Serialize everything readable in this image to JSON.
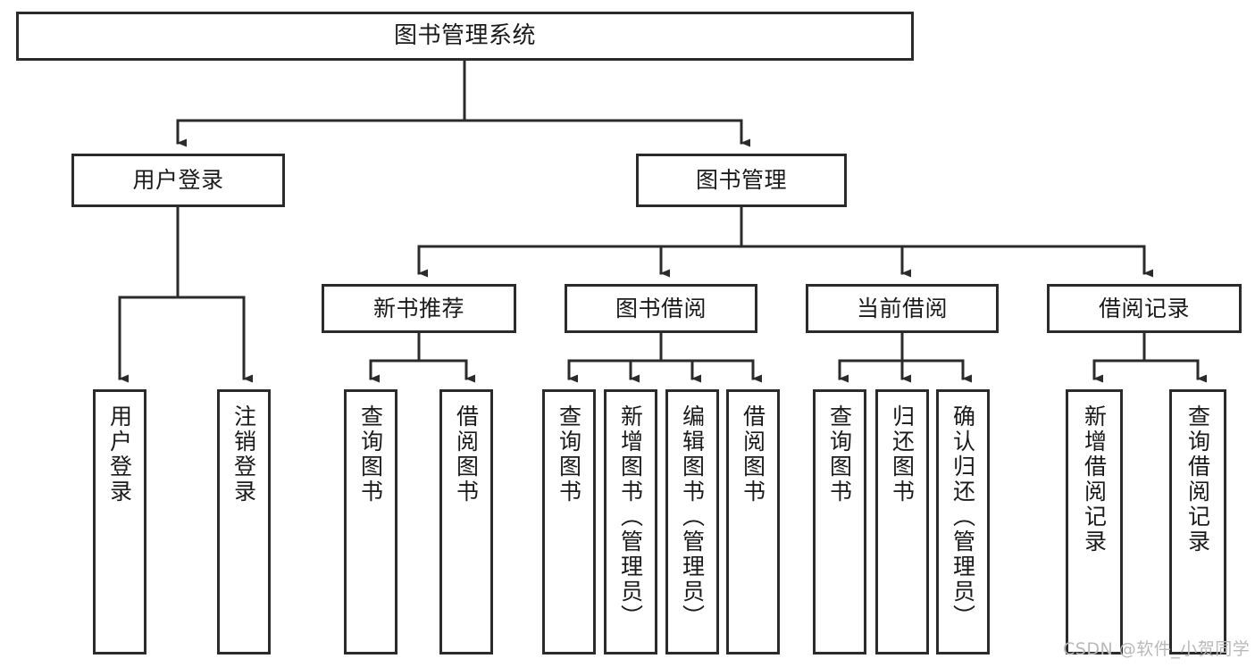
{
  "diagram": {
    "title": "图书管理系统",
    "type": "tree-hierarchy-chart",
    "root": {
      "id": "root",
      "label": "图书管理系统"
    },
    "level2": [
      {
        "id": "user-login",
        "label": "用户登录"
      },
      {
        "id": "book-manage",
        "label": "图书管理"
      }
    ],
    "level3": [
      {
        "id": "new-book-recommend",
        "label": "新书推荐"
      },
      {
        "id": "book-borrow",
        "label": "图书借阅"
      },
      {
        "id": "current-borrow",
        "label": "当前借阅"
      },
      {
        "id": "borrow-record",
        "label": "借阅记录"
      }
    ],
    "leaves": {
      "user_login": [
        {
          "id": "leaf-user-login",
          "label": "用户登录"
        },
        {
          "id": "leaf-logout-login",
          "label": "注销登录"
        }
      ],
      "new_book_recommend": [
        {
          "id": "leaf-query-book-1",
          "label": "查询图书"
        },
        {
          "id": "leaf-borrow-book-1",
          "label": "借阅图书"
        }
      ],
      "book_borrow": [
        {
          "id": "leaf-query-book-2",
          "label": "查询图书"
        },
        {
          "id": "leaf-add-book",
          "label": "新增图书（管理员）"
        },
        {
          "id": "leaf-edit-book",
          "label": "编辑图书（管理员）"
        },
        {
          "id": "leaf-borrow-book-2",
          "label": "借阅图书"
        }
      ],
      "current_borrow": [
        {
          "id": "leaf-query-book-3",
          "label": "查询图书"
        },
        {
          "id": "leaf-return-book",
          "label": "归还图书"
        },
        {
          "id": "leaf-confirm-return",
          "label": "确认归还（管理员）"
        }
      ],
      "borrow_record": [
        {
          "id": "leaf-add-record",
          "label": "新增借阅记录"
        },
        {
          "id": "leaf-query-record",
          "label": "查询借阅记录"
        }
      ]
    }
  },
  "watermark": {
    "text": "CSDN @软件_小贺同学"
  },
  "colors": {
    "stroke": "#2b2b2b",
    "fill": "#ffffff",
    "text": "#1a1a1a",
    "watermark": "#b9b9b9"
  }
}
